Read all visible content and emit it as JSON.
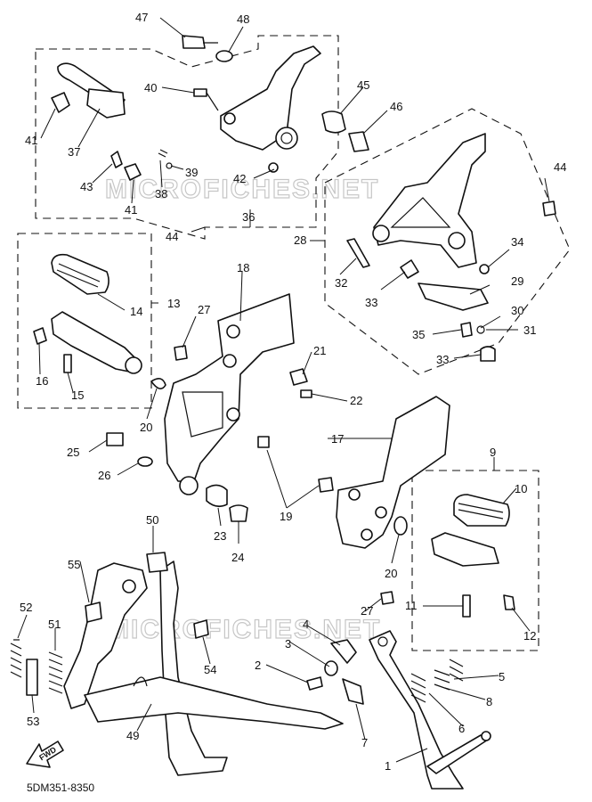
{
  "watermark": "MICROFICHES.NET",
  "diagram_code": "5DM351-8350",
  "fwd_label": "FWD",
  "callouts": [
    {
      "id": "c1",
      "label": "1"
    },
    {
      "id": "c2",
      "label": "2"
    },
    {
      "id": "c3",
      "label": "3"
    },
    {
      "id": "c4",
      "label": "4"
    },
    {
      "id": "c5",
      "label": "5"
    },
    {
      "id": "c6",
      "label": "6"
    },
    {
      "id": "c7",
      "label": "7"
    },
    {
      "id": "c8",
      "label": "8"
    },
    {
      "id": "c9",
      "label": "9"
    },
    {
      "id": "c10",
      "label": "10"
    },
    {
      "id": "c11",
      "label": "11"
    },
    {
      "id": "c12",
      "label": "12"
    },
    {
      "id": "c13",
      "label": "13"
    },
    {
      "id": "c14",
      "label": "14"
    },
    {
      "id": "c15",
      "label": "15"
    },
    {
      "id": "c16",
      "label": "16"
    },
    {
      "id": "c17",
      "label": "17"
    },
    {
      "id": "c18",
      "label": "18"
    },
    {
      "id": "c19",
      "label": "19"
    },
    {
      "id": "c20a",
      "label": "20"
    },
    {
      "id": "c20b",
      "label": "20"
    },
    {
      "id": "c21",
      "label": "21"
    },
    {
      "id": "c22",
      "label": "22"
    },
    {
      "id": "c23",
      "label": "23"
    },
    {
      "id": "c24",
      "label": "24"
    },
    {
      "id": "c25",
      "label": "25"
    },
    {
      "id": "c26",
      "label": "26"
    },
    {
      "id": "c27a",
      "label": "27"
    },
    {
      "id": "c27b",
      "label": "27"
    },
    {
      "id": "c28",
      "label": "28"
    },
    {
      "id": "c29",
      "label": "29"
    },
    {
      "id": "c30",
      "label": "30"
    },
    {
      "id": "c31",
      "label": "31"
    },
    {
      "id": "c32",
      "label": "32"
    },
    {
      "id": "c33a",
      "label": "33"
    },
    {
      "id": "c33b",
      "label": "33"
    },
    {
      "id": "c34",
      "label": "34"
    },
    {
      "id": "c35",
      "label": "35"
    },
    {
      "id": "c36",
      "label": "36"
    },
    {
      "id": "c37",
      "label": "37"
    },
    {
      "id": "c38",
      "label": "38"
    },
    {
      "id": "c39",
      "label": "39"
    },
    {
      "id": "c40",
      "label": "40"
    },
    {
      "id": "c41a",
      "label": "41"
    },
    {
      "id": "c41b",
      "label": "41"
    },
    {
      "id": "c42",
      "label": "42"
    },
    {
      "id": "c43",
      "label": "43"
    },
    {
      "id": "c44a",
      "label": "44"
    },
    {
      "id": "c44b",
      "label": "44"
    },
    {
      "id": "c45",
      "label": "45"
    },
    {
      "id": "c46",
      "label": "46"
    },
    {
      "id": "c47",
      "label": "47"
    },
    {
      "id": "c48",
      "label": "48"
    },
    {
      "id": "c49",
      "label": "49"
    },
    {
      "id": "c50",
      "label": "50"
    },
    {
      "id": "c51",
      "label": "51"
    },
    {
      "id": "c52",
      "label": "52"
    },
    {
      "id": "c53",
      "label": "53"
    },
    {
      "id": "c54",
      "label": "54"
    },
    {
      "id": "c55",
      "label": "55"
    }
  ]
}
